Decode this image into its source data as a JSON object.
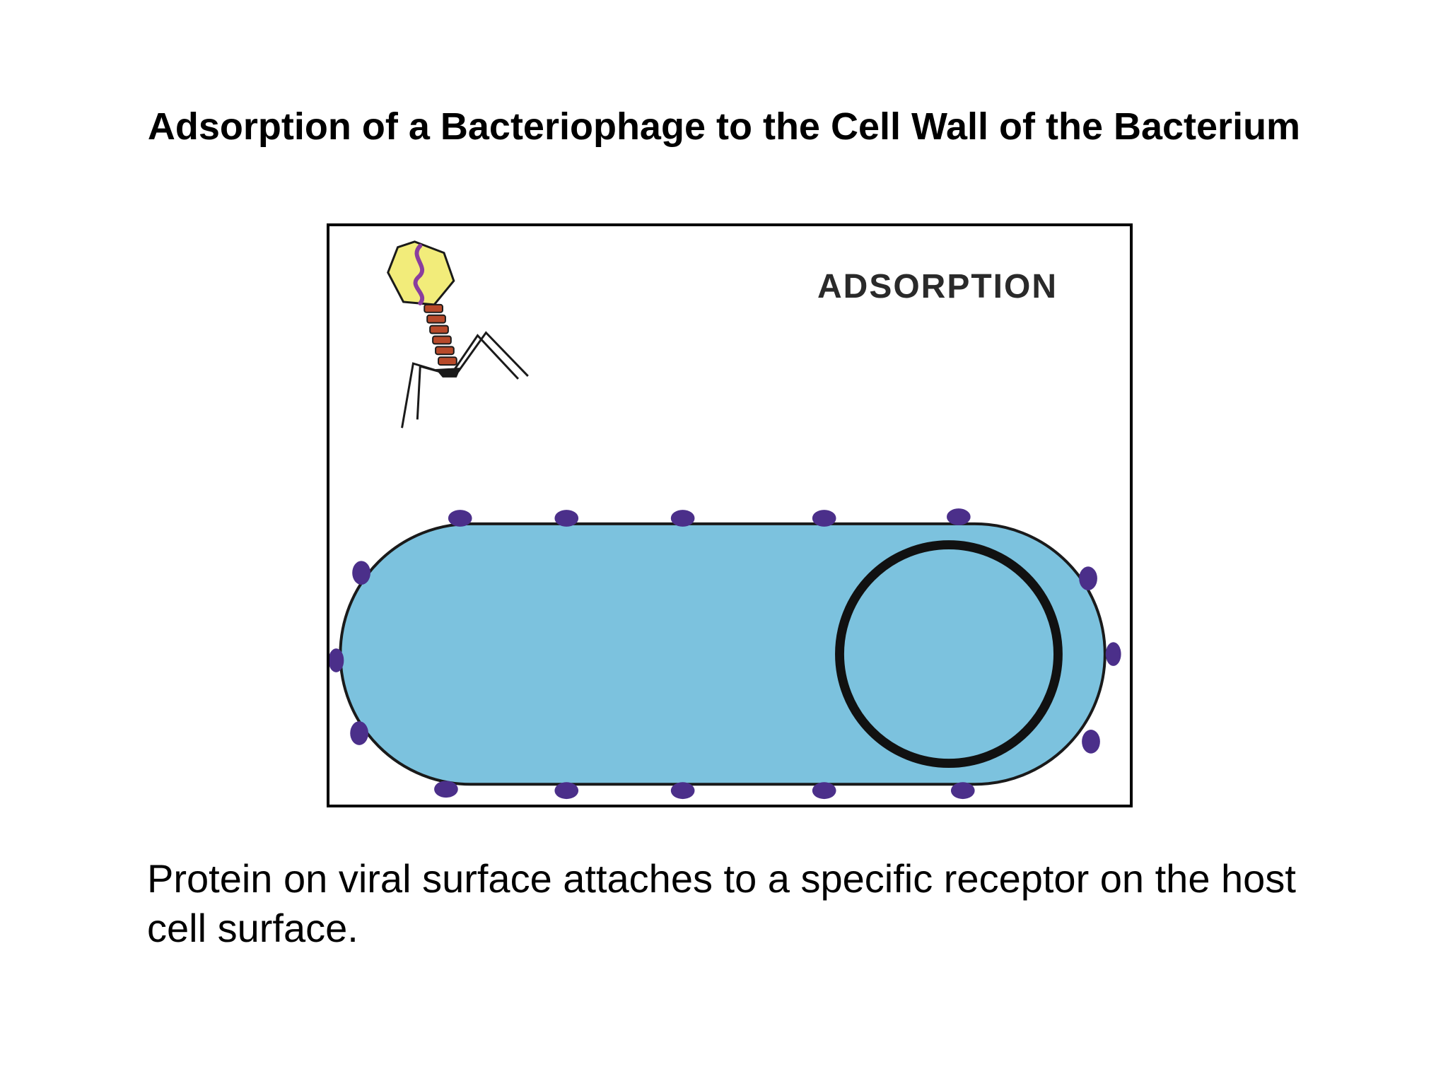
{
  "slide": {
    "title": "Adsorption of a Bacteriophage to the Cell Wall of the Bacterium",
    "caption": "Protein on viral surface attaches to a specific receptor on the host cell surface."
  },
  "figure": {
    "stage_label": "ADSORPTION",
    "colors": {
      "cell_fill": "#7cc2de",
      "cell_outline": "#1a1a1a",
      "receptor": "#4b2f8a",
      "phage_head": "#f2ec7a",
      "phage_dna": "#8a3d9e",
      "phage_tail": "#b84a2a",
      "nucleoid_ring": "#111111"
    }
  }
}
